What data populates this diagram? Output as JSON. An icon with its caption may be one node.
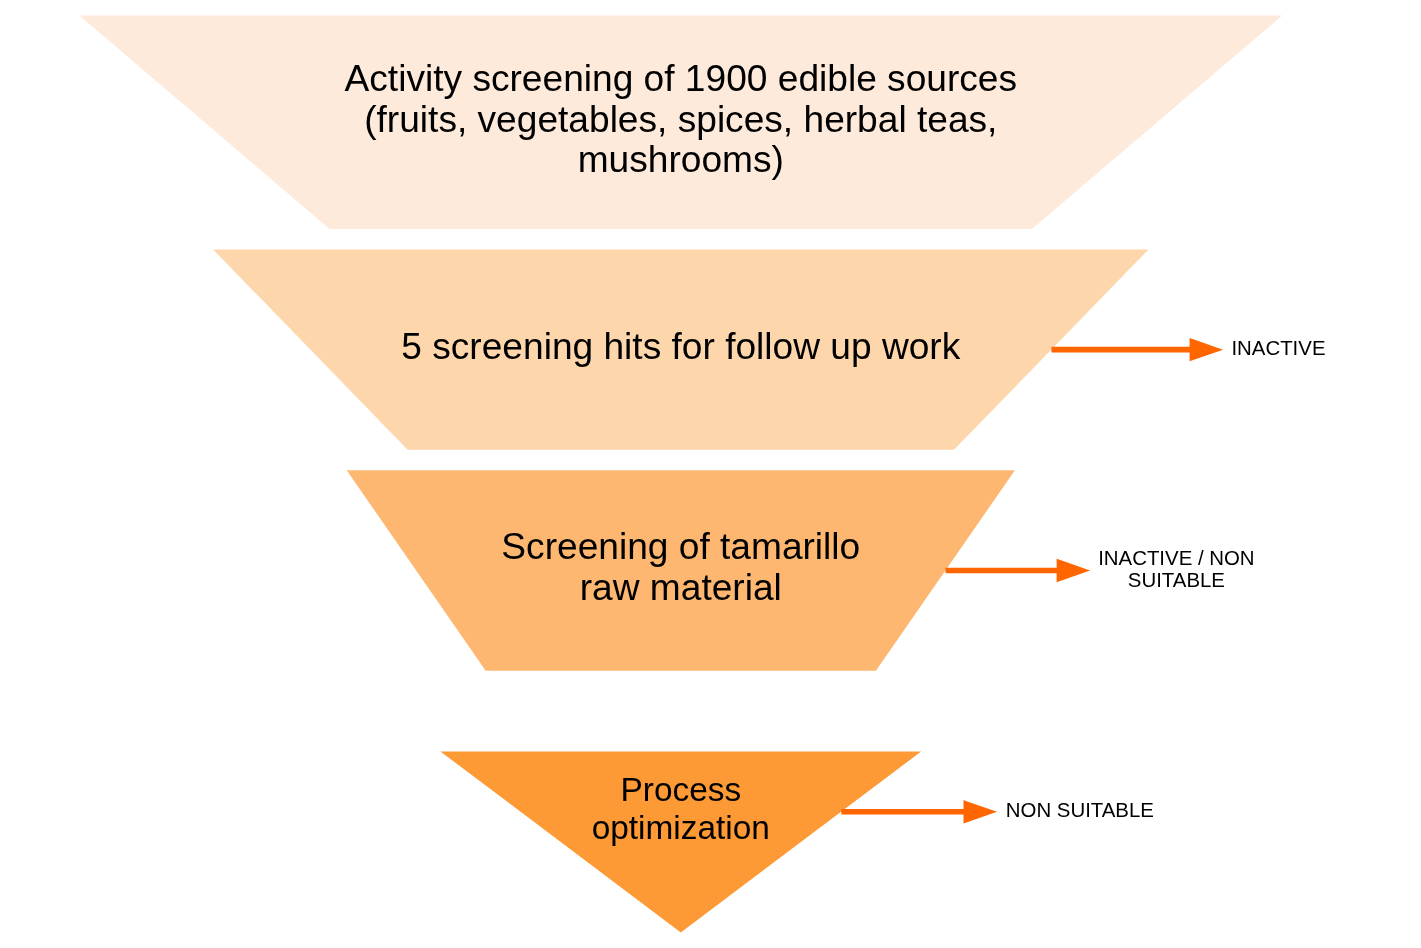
{
  "diagram": {
    "nodes": [
      {
        "text": [
          "Activity screening of 1900 edible sources (fruits, vegetables, spices, herbal teas, mushrooms)"
        ]
      },
      {
        "text": [
          "5 screening hits for follow up work"
        ]
      },
      {
        "text": [
          "Screening of tamarillo raw material"
        ]
      },
      {
        "text": [
          "Process optimization"
        ]
      },
      {
        "text": [
          "INACTIVE"
        ]
      },
      {
        "text": [
          "INACTIVE / NON SUITABLE"
        ]
      },
      {
        "text": [
          "NON SUITABLE"
        ]
      }
    ],
    "edges": [
      {
        "from": 1,
        "to": 4,
        "arrow": "to"
      },
      {
        "from": 2,
        "to": 5,
        "arrow": "to"
      },
      {
        "from": 3,
        "to": 6,
        "arrow": "to"
      }
    ]
  }
}
